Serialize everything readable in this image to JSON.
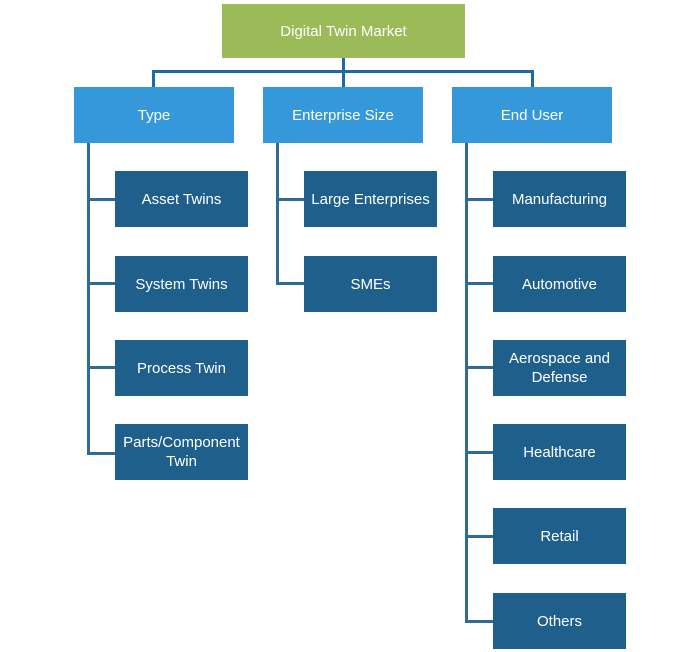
{
  "colors": {
    "root_fill": "#9bbb59",
    "category_fill": "#3498db",
    "leaf_fill": "#1f5f8b",
    "connector": "#2f6b97"
  },
  "root": {
    "label": "Digital Twin Market"
  },
  "categories": [
    {
      "label": "Type",
      "children": [
        "Asset Twins",
        "System Twins",
        "Process Twin",
        "Parts/Component\nTwin"
      ]
    },
    {
      "label": "Enterprise Size",
      "children": [
        "Large Enterprises",
        "SMEs"
      ]
    },
    {
      "label": "End User",
      "children": [
        "Manufacturing",
        "Automotive",
        "Aerospace and\nDefense",
        "Healthcare",
        "Retail",
        "Others"
      ]
    }
  ]
}
